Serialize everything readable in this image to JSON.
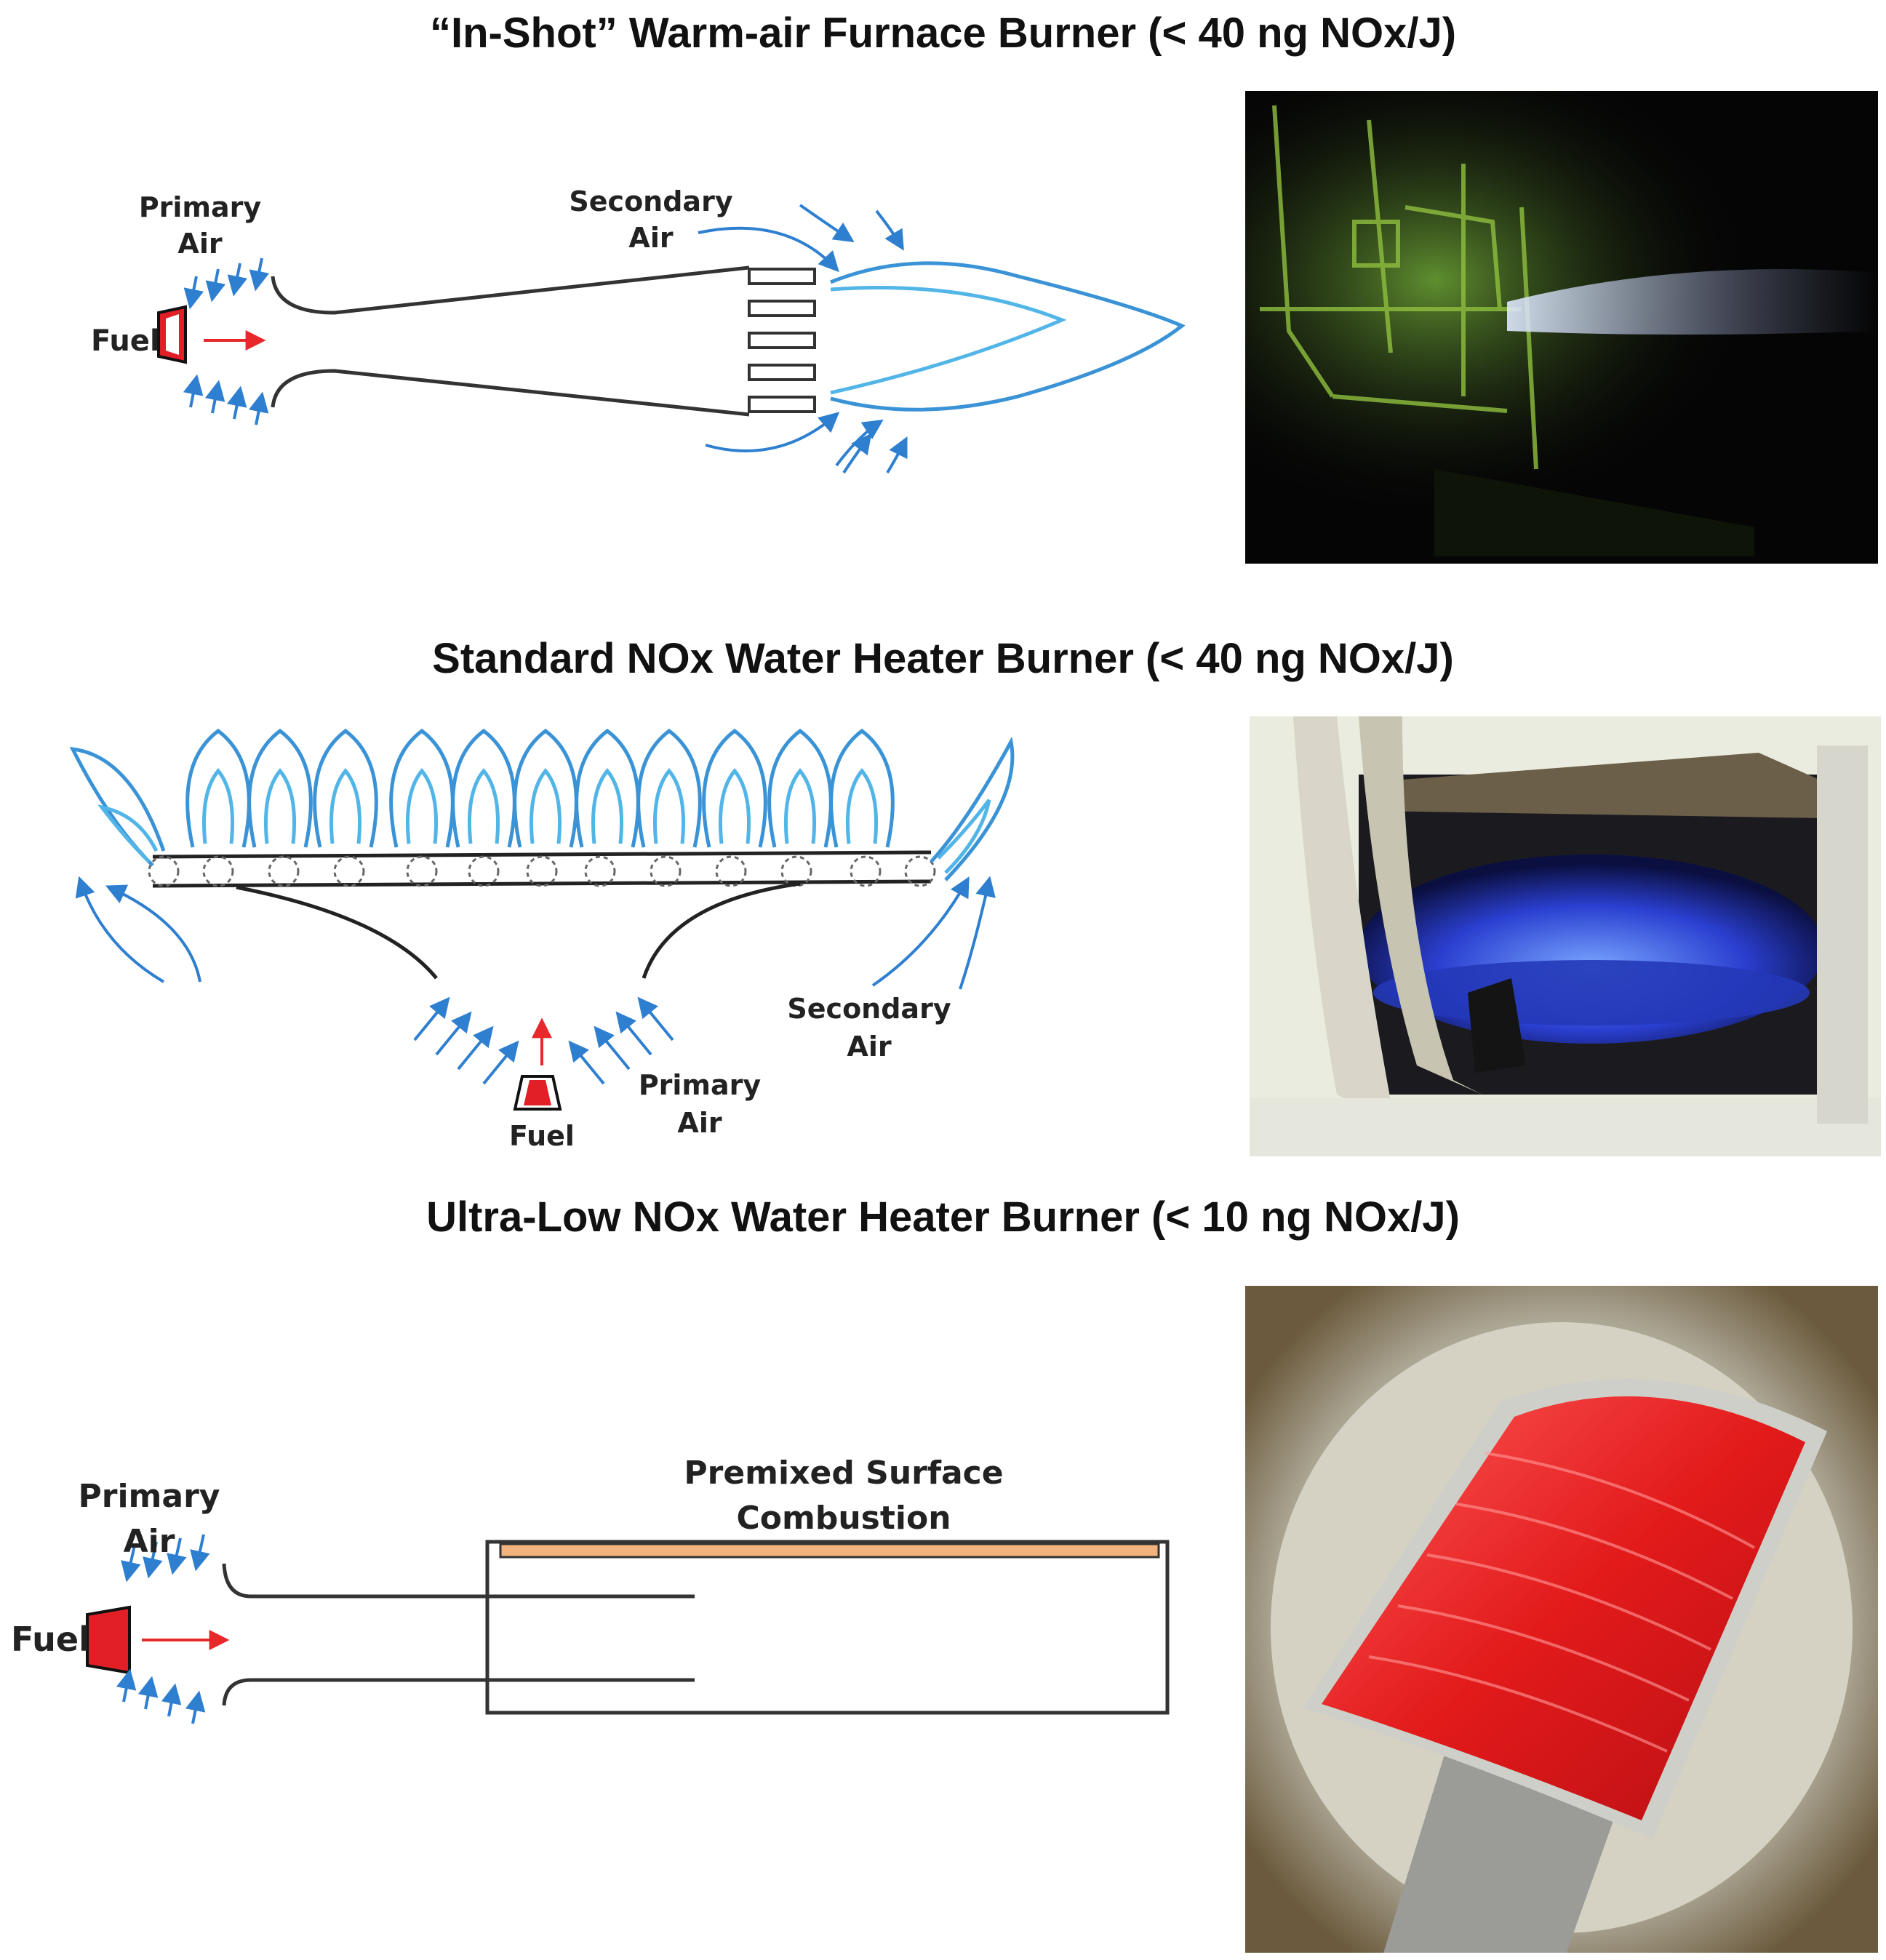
{
  "sections": [
    {
      "title": "“In-Shot” Warm-air Furnace Burner (< 40 ng NOx/J)",
      "labels": {
        "primary_air": [
          "Primary",
          "Air"
        ],
        "secondary_air": [
          "Secondary",
          "Air"
        ],
        "fuel": "Fuel"
      }
    },
    {
      "title": "Standard NOx Water Heater Burner (< 40 ng NOx/J)",
      "labels": {
        "secondary_air": [
          "Secondary",
          "Air"
        ],
        "primary_air": [
          "Primary",
          "Air"
        ],
        "fuel": "Fuel"
      }
    },
    {
      "title": "Ultra-Low NOx Water Heater Burner (< 10 ng NOx/J)",
      "labels": {
        "primary_air": [
          "Primary",
          "Air"
        ],
        "fuel": "Fuel",
        "combustion": [
          "Premixed Surface",
          "Combustion"
        ]
      }
    }
  ],
  "colors": {
    "air_arrow": "#2f7fd0",
    "fuel_arrow": "#e8282b",
    "flame": "#3a93d6",
    "burner_line": "#333333",
    "surface": "#f2b37c"
  }
}
